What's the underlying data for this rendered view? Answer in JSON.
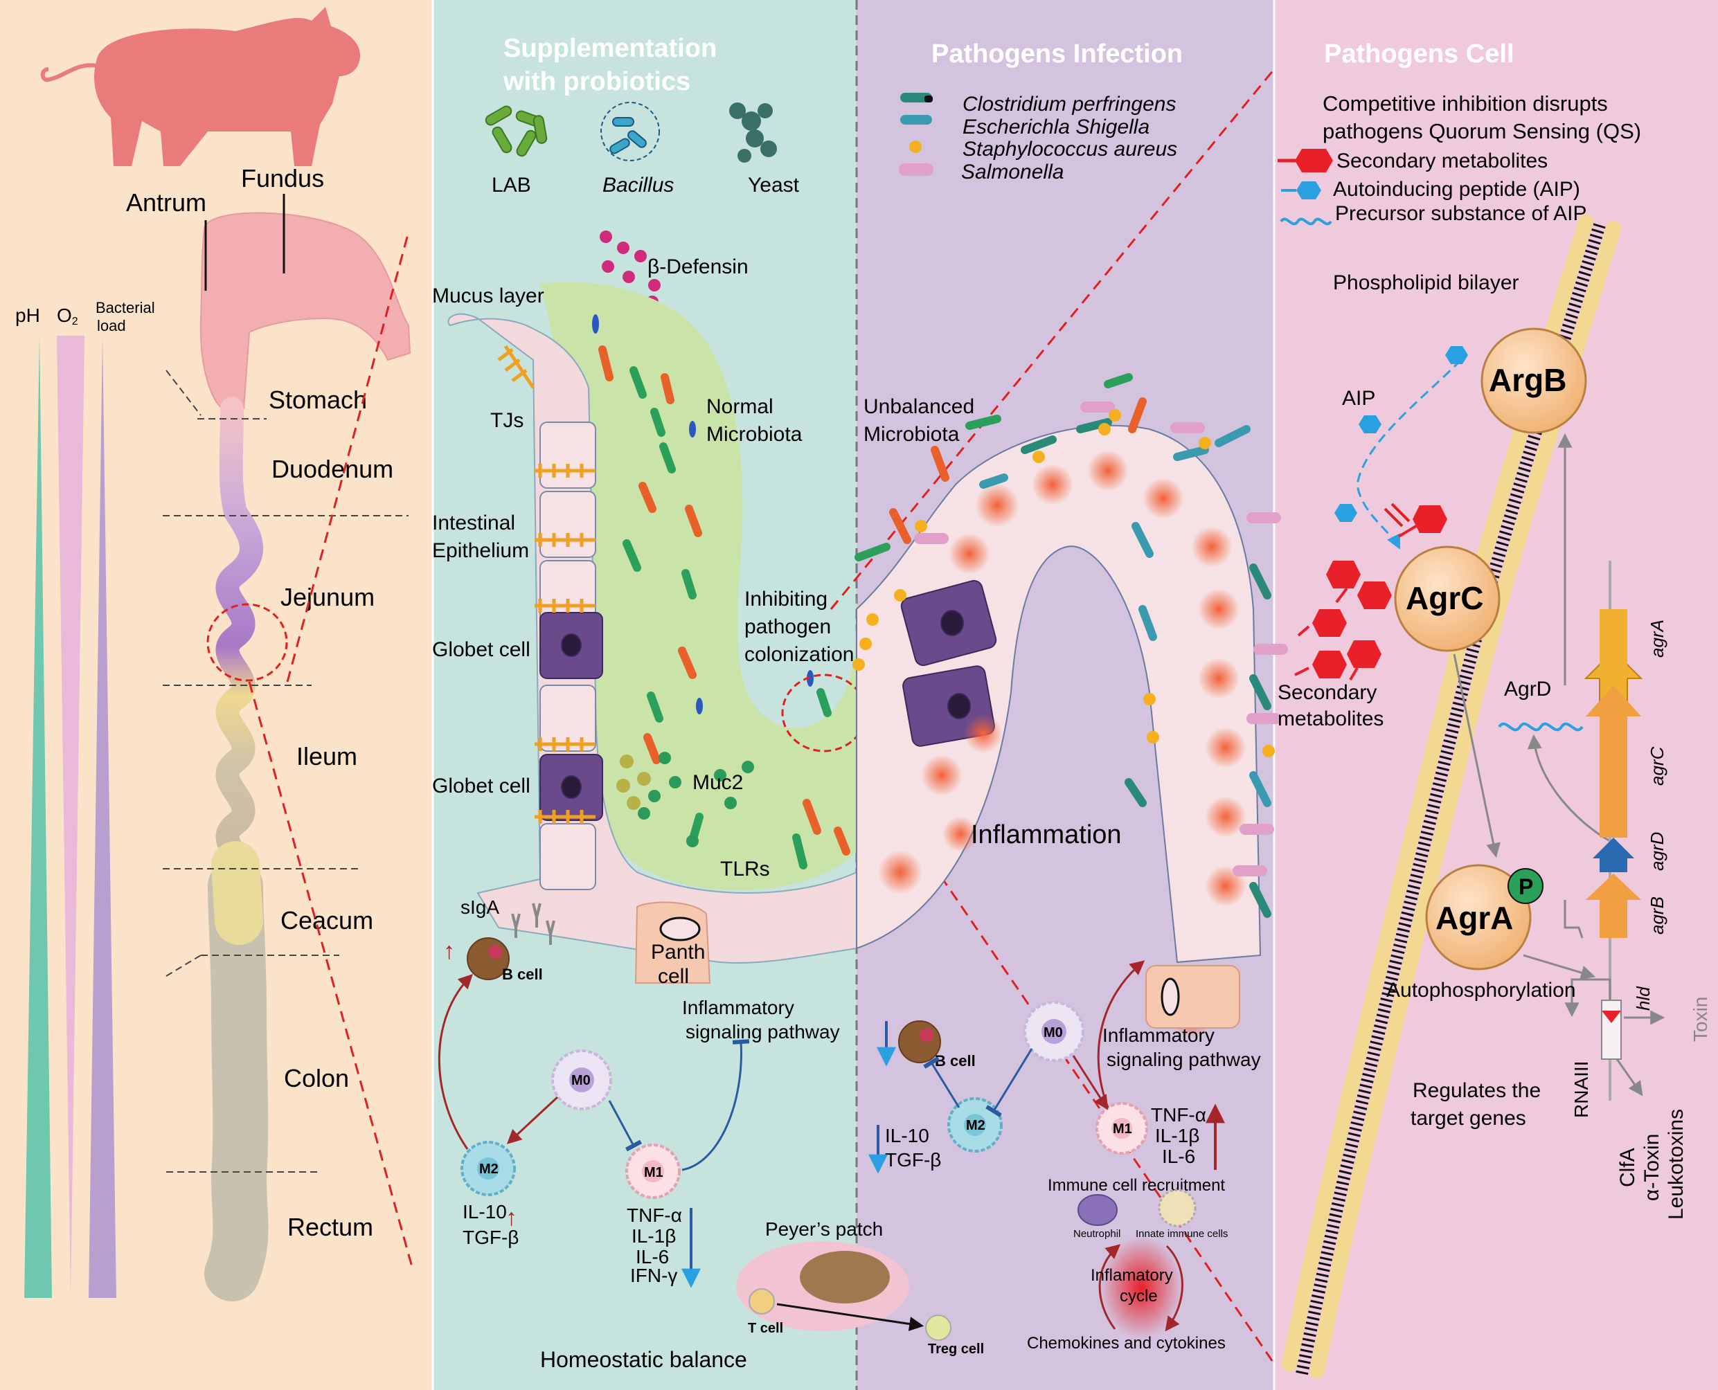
{
  "panel1": {
    "regions": {
      "antrum": "Antrum",
      "fundus": "Fundus",
      "stomach": "Stomach",
      "duodenum": "Duodenum",
      "jejunum": "Jejunum",
      "ileum": "Ileum",
      "ceacum": "Ceacum",
      "colon": "Colon",
      "rectum": "Rectum"
    },
    "gradients": {
      "ph": "pH",
      "o2": "O",
      "o2_sub": "2",
      "bacterial1": "Bacterial",
      "bacterial2": "load"
    }
  },
  "panel2": {
    "title1": "Supplementation",
    "title2": "with probiotics",
    "probiotics": {
      "lab": "LAB",
      "bacillus": "Bacillus",
      "yeast": "Yeast"
    },
    "labels": {
      "defensin": "β-Defensin",
      "mucus": "Mucus layer",
      "tjs": "TJs",
      "normal1": "Normal",
      "normal2": "Microbiota",
      "epi1": "Intestinal",
      "epi2": "Epithelium",
      "goblet1": "Globet cell",
      "goblet2": "Globet cell",
      "inhib1": "Inhibiting",
      "inhib2": "pathogen",
      "inhib3": "colonization",
      "muc2": "Muc2",
      "tlrs": "TLRs",
      "siga": "sIgA",
      "bcell": "B cell",
      "paneth1": "Panth",
      "paneth2": "cell",
      "infl1": "Inflammatory",
      "infl2": "signaling pathway",
      "m0": "M0",
      "m1": "M1",
      "m2": "M2",
      "il10": "IL-10",
      "tgfb": "TGF-β",
      "tnfa": "TNF-α",
      "il1b": "IL-1β",
      "il6": "IL-6",
      "ifng": "IFN-γ",
      "peyer": "Peyer’s patch",
      "tcell": "T cell",
      "treg": "Treg cell",
      "homeo": "Homeostatic balance"
    }
  },
  "panel3": {
    "title": "Pathogens Infection",
    "legend": [
      "Clostridium perfringens",
      "Escherichla Shigella",
      "Staphylococcus aureus",
      "Salmonella"
    ],
    "labels": {
      "unbal1": "Unbalanced",
      "unbal2": "Microbiota",
      "inflammation": "Inflammation",
      "m0": "M0",
      "m1": "M1",
      "m2": "M2",
      "bcell": "B cell",
      "il10": "IL-10",
      "tgfb": "TGF-β",
      "tnfa": "TNF-α",
      "il1b": "IL-1β",
      "il6": "IL-6",
      "infl1": "Inflammatory",
      "infl2": "signaling pathway",
      "recruit": "Immune cell recruitment",
      "neutrophil": "Neutrophil",
      "innate": "Innate immune cells",
      "cycle1": "Inflamatory",
      "cycle2": "cycle",
      "chemo": "Chemokines and cytokines"
    }
  },
  "panel4": {
    "title": "Pathogens Cell",
    "intro1": "Competitive inhibition disrupts",
    "intro2": "pathogens Quorum Sensing (QS)",
    "legend": [
      "Secondary metabolites",
      "Autoinducing peptide (AIP)",
      "Precursor substance of AIP"
    ],
    "labels": {
      "bilayer": "Phospholipid bilayer",
      "aip": "AIP",
      "argb": "ArgB",
      "agrc": "AgrC",
      "agra": "AgrA",
      "p": "P",
      "agrd": "AgrD",
      "sec1": "Secondary",
      "sec2": "metabolites",
      "autophos": "Autophosphorylation",
      "reg1": "Regulates the",
      "reg2": "target genes",
      "rnaiii": "RNAIII",
      "hld": "hld",
      "toxin": "Toxin",
      "clfa": "ClfA",
      "atoxin": "α-Toxin",
      "leuko": "Leukotoxins",
      "gene_agra": "agrA",
      "gene_agrc": "agrC",
      "gene_agrd": "agrD",
      "gene_agrb": "agrB"
    }
  },
  "colors": {
    "panel1_bg": "#fbe3c9",
    "panel2_bg": "#c6e4dd",
    "panel3_bg": "#d4c3de",
    "panel4_bg": "#efc9dc",
    "pig": "#ea7b7b",
    "red_dash": "#e02020",
    "gene_orange": "#f0a030"
  }
}
